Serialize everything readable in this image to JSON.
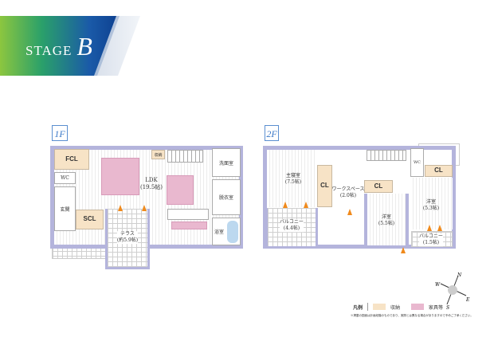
{
  "header": {
    "stage_label": "STAGE",
    "stage_letter": "B"
  },
  "floor1": {
    "label": "1F",
    "rooms": {
      "fcl": "FCL",
      "wc": "WC",
      "entrance": "玄関",
      "scl": "SCL",
      "ldk": "LDK",
      "ldk_size": "(19.5帖)",
      "storage": "収納",
      "washroom": "洗面室",
      "dressing": "脱衣室",
      "bath": "浴室",
      "terrace": "テラス",
      "terrace_size": "(約5.9帖)"
    }
  },
  "floor2": {
    "label": "2F",
    "rooms": {
      "master": "主寝室",
      "master_size": "(7.5帖)",
      "cl": "CL",
      "workspace": "ワークスペース",
      "workspace_size": "(2.0帖)",
      "western": "洋室",
      "western_center_size": "(5.5帖)",
      "western_right_size": "(5.3帖)",
      "wc": "WC",
      "balcony": "バルコニー",
      "balcony_left_size": "(4.4帖)",
      "balcony_right_size": "(1.5帖)"
    }
  },
  "compass": {
    "n": "N",
    "e": "E",
    "s": "S",
    "w": "W"
  },
  "legend": {
    "title": "凡例",
    "storage": "収納",
    "furniture": "家具等",
    "storage_color": "#f7e3c6",
    "furniture_color": "#e9b8cf"
  },
  "note": "※掲載の図面は計画段階のものであり、実際とは異なる場合がありますので予めご了承ください。",
  "colors": {
    "wall": "#b4b4dc",
    "banner_start": "#8cc63f",
    "banner_end": "#0d3f8f"
  }
}
